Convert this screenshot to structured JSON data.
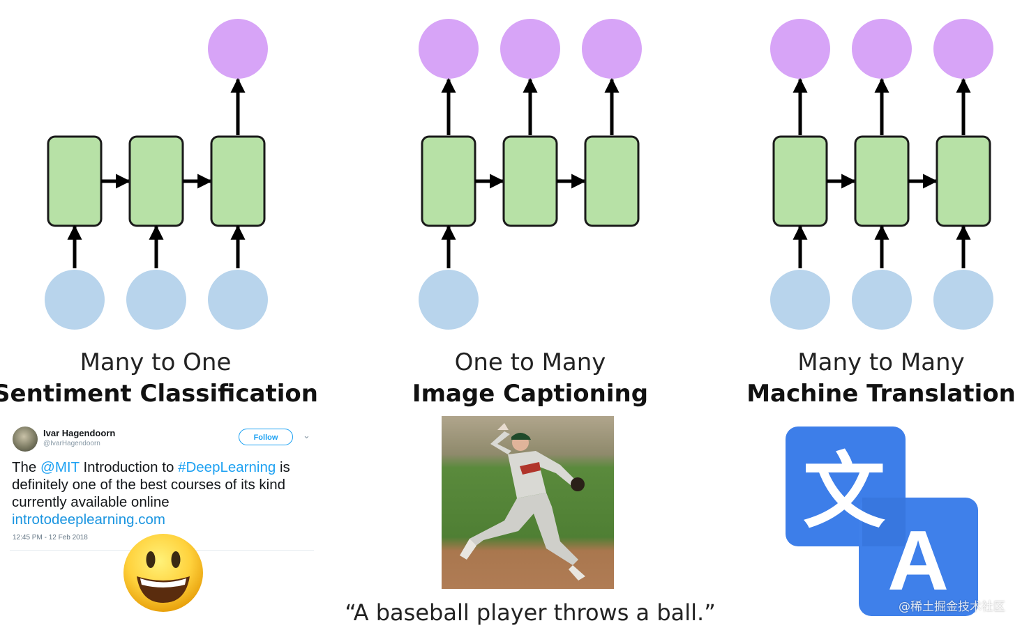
{
  "panels": [
    {
      "subtitle": "Many to One",
      "title": "Sentiment Classification",
      "input_count": 3,
      "output_count": 1
    },
    {
      "subtitle": "One to Many",
      "title": "Image Captioning",
      "input_count": 1,
      "output_count": 3
    },
    {
      "subtitle": "Many to Many",
      "title": "Machine Translation",
      "input_count": 3,
      "output_count": 3
    }
  ],
  "colors": {
    "input_node": "#b8d4ec",
    "hidden_cell": "#b7e1a6",
    "output_node": "#d7a4f7",
    "translate_blue": "#3d7ee9",
    "tweet_link": "#1da1f2"
  },
  "tweet": {
    "name": "Ivar Hagendoorn",
    "handle": "@IvarHagendoorn",
    "follow_label": "Follow",
    "text_1": "The ",
    "mention": "@MIT",
    "text_2": " Introduction to ",
    "hashtag": "#DeepLearning",
    "text_3": " is definitely one of the best courses of its kind currently available online",
    "url": "introtodeeplearning.com",
    "timestamp": "12:45 PM - 12 Feb 2018"
  },
  "icons": {
    "smiley": "smiling-face-icon",
    "translate": "translate-icon",
    "translate_glyph_1": "文",
    "translate_glyph_2": "A"
  },
  "caption": "“A baseball player throws a ball.”",
  "watermark": "@稀土掘金技术社区"
}
